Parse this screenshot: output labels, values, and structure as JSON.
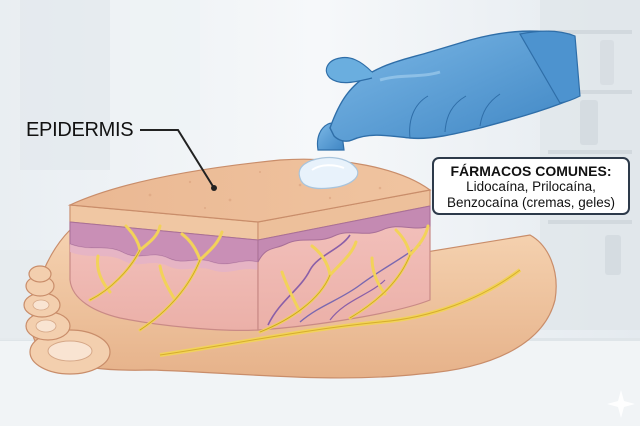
{
  "labels": {
    "epidermis": "EPIDERMIS"
  },
  "callout": {
    "title": "FÁRMACOS COMUNES:",
    "line1": "Lidocaína, Prilocaína,",
    "line2": "Benzocaína (cremas, geles)"
  },
  "colors": {
    "glove": "#5b9fd4",
    "skin": "#f2c8a0",
    "dermis": "#f0b8ae",
    "nerve": "#f2d25a",
    "vessel": "#8a5fa8",
    "background": "#eef2f5"
  }
}
